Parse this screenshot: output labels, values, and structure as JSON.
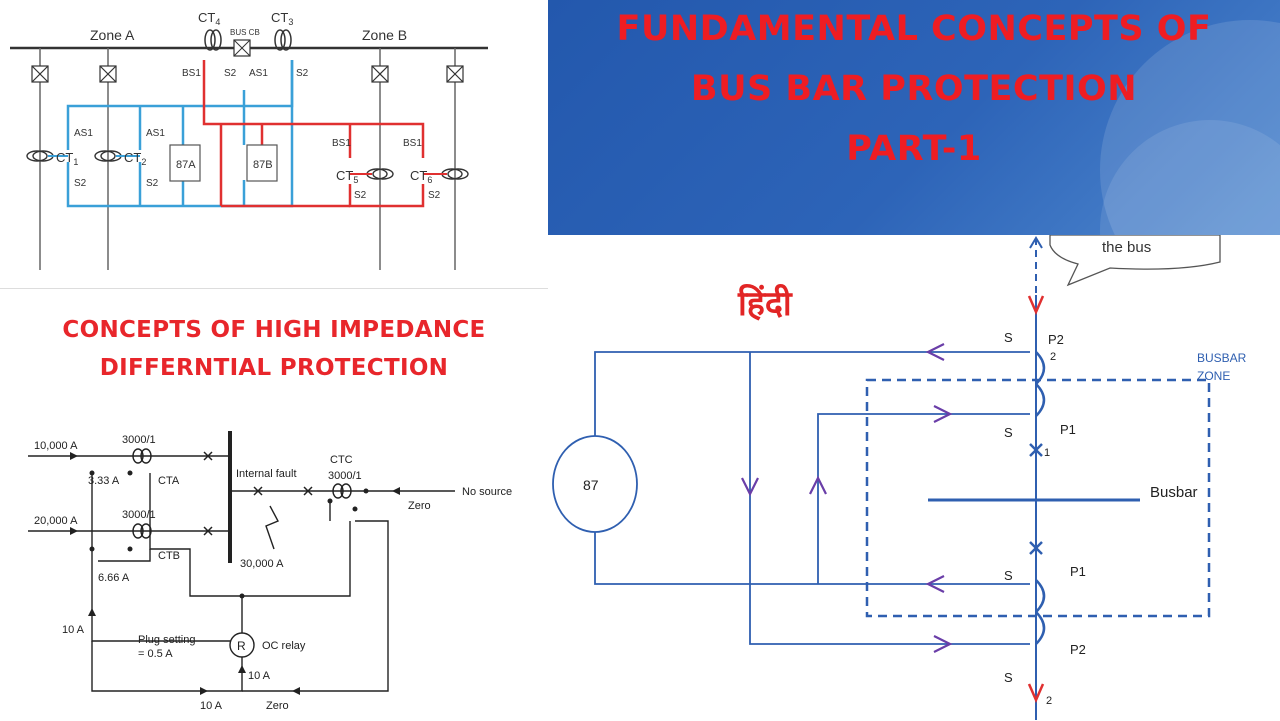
{
  "banner": {
    "lines": [
      "FUNDAMENTAL CONCEPTS OF",
      "BUS BAR PROTECTION",
      "PART-1"
    ],
    "hindi": "हिंदी"
  },
  "top_left_diagram": {
    "zone_a": "Zone A",
    "zone_b": "Zone B",
    "bus_cb": "BUS CB",
    "ct_labels": [
      "CT4",
      "CT3",
      "CT1",
      "CT2",
      "CT5",
      "CT6"
    ],
    "relays": [
      "87A",
      "87B"
    ],
    "terminals": [
      "AS1",
      "S2",
      "BS1"
    ]
  },
  "bottom_left": {
    "title_lines": [
      "CONCEPTS OF HIGH IMPEDANCE",
      "DIFFERNTIAL PROTECTION"
    ],
    "labels": {
      "in1": "10,000 A",
      "in2": "20,000 A",
      "ratio": "3000/1",
      "cur1": "3.33 A",
      "cur2": "6.66 A",
      "cta": "CTA",
      "ctb": "CTB",
      "ctc": "CTC",
      "internal_fault": "Internal fault",
      "fault_current": "30,000 A",
      "no_source": "No source",
      "zero": "Zero",
      "ten": "10 A",
      "plug": "Plug setting",
      "plug_val": "= 0.5 A",
      "relay": "R",
      "oc_relay": "OC relay"
    }
  },
  "bottom_right": {
    "relay": "87",
    "busbar": "Busbar",
    "zone": [
      "BUSBAR",
      "ZONE"
    ],
    "callout": "the bus",
    "s": "S",
    "p1": "P1",
    "p2": "P2",
    "sub1": "1",
    "sub2": "2"
  },
  "colors": {
    "title_red": "#ee1d23",
    "banner_blue": "#2a60b5",
    "wire_blue": "#3aa0d8",
    "wire_red": "#e03030",
    "arrow_purple": "#6a3ea8",
    "zone_blue": "#2f5fb0"
  }
}
